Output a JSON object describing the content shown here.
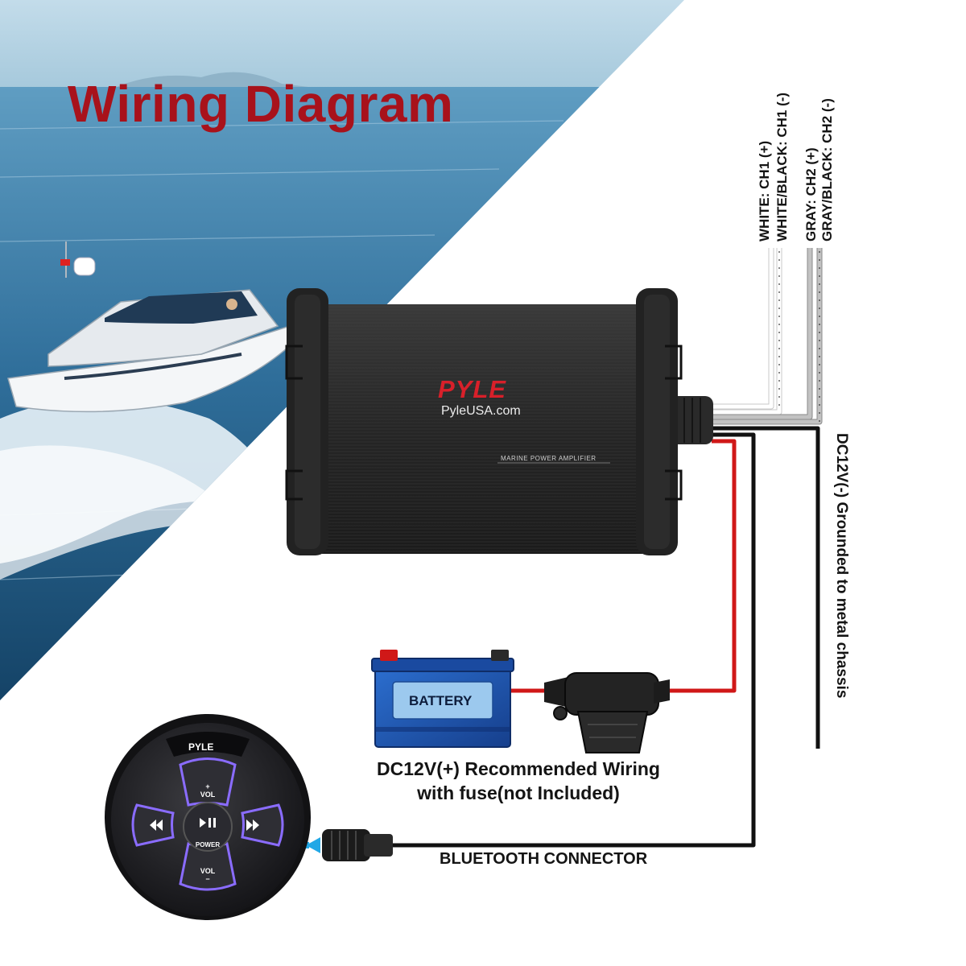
{
  "title": "Wiring Diagram",
  "wire_labels": {
    "ch1_pos": "WHITE: CH1 (+)",
    "ch1_neg": "WHITE/BLACK: CH1 (-)",
    "ch2_pos": "GRAY: CH2 (+)",
    "ch2_neg": "GRAY/BLACK: CH2 (-)"
  },
  "ground_label": "DC12V(-) Grounded to metal chassis",
  "power_label": "DC12V(+) Recommended Wiring with fuse(not Included)",
  "bluetooth_label": "BLUETOOTH CONNECTOR",
  "amplifier": {
    "brand": "PYLE",
    "website": "PyleUSA.com",
    "model_text": "MARINE POWER AMPLIFIER"
  },
  "battery_label": "BATTERY",
  "remote": {
    "brand": "PYLE",
    "vol_up": "+\nVOL",
    "vol_down": "VOL\n−",
    "power": "POWER"
  },
  "colors": {
    "title": "#a8121b",
    "wire_red": "#d01818",
    "wire_black": "#111111",
    "wire_white": "#ffffff",
    "wire_gray": "#b9b9b9",
    "battery_blue": "#1d57b3",
    "remote_glow": "#8a6cff"
  }
}
